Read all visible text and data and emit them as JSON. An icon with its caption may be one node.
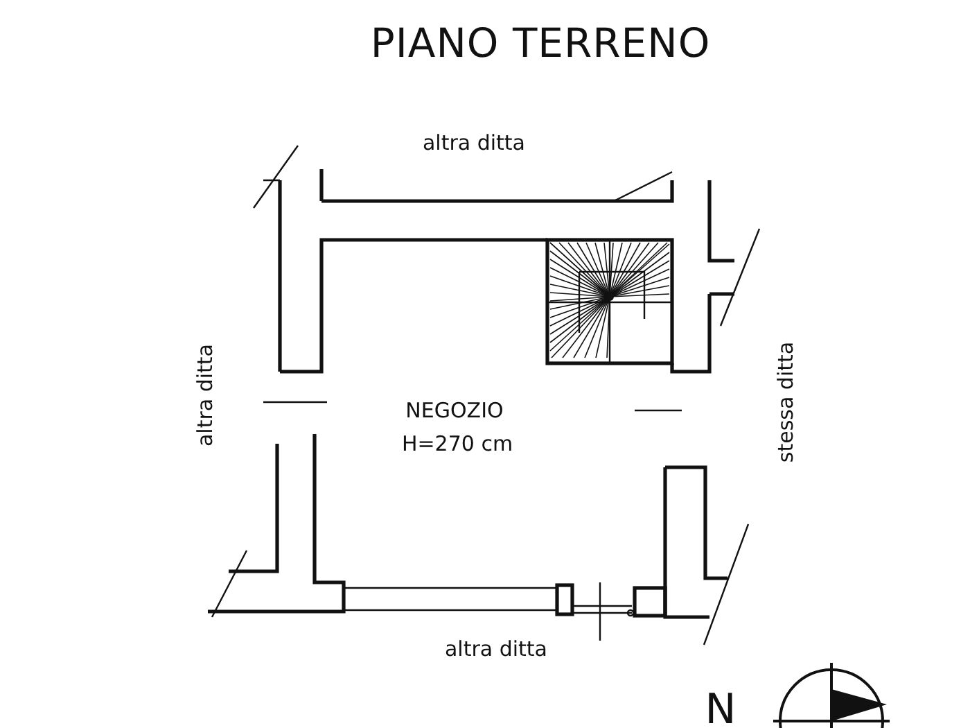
{
  "diagram": {
    "title": "PIANO TERRENO",
    "labels": [
      "altra ditta",
      "altra ditta",
      "NEGOZIO",
      "H=270 cm",
      "stessa ditta",
      "altra ditta",
      "N"
    ]
  }
}
